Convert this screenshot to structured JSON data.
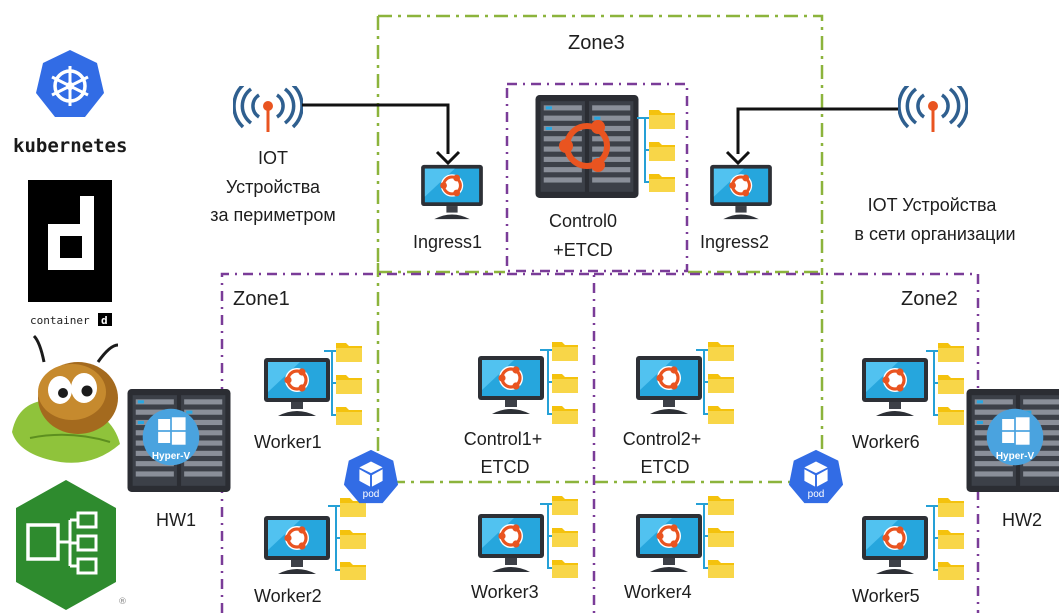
{
  "zones": {
    "zone3": "Zone3",
    "zone1": "Zone1",
    "zone2": "Zone2"
  },
  "iot": {
    "external": [
      "IOT",
      "Устройства",
      "за периметром"
    ],
    "internal": [
      "IOT Устройства",
      "в сети организации"
    ]
  },
  "nodes": {
    "ingress1": "Ingress1",
    "ingress2": "Ingress2",
    "control0": [
      "Control0",
      "+ETCD"
    ],
    "control1": [
      "Control1+",
      "ETCD"
    ],
    "control2": [
      "Control2+",
      "ETCD"
    ],
    "worker1": "Worker1",
    "worker2": "Worker2",
    "worker3": "Worker3",
    "worker4": "Worker4",
    "worker5": "Worker5",
    "worker6": "Worker6"
  },
  "hosts": {
    "hw1": "HW1",
    "hw2": "HW2",
    "hypervisor_badge": "Hyper-V"
  },
  "pod_label": "pod",
  "logos": {
    "kubernetes": "kubernetes",
    "containerd": "container",
    "containerd_suffix": "d",
    "registered": "®"
  },
  "icons": {
    "iot": "wireless-antenna-icon",
    "vm": "ubuntu-monitor-icon",
    "server": "server-rack-icon",
    "storage": "folder-stack-icon",
    "pod": "pod-cube-icon"
  },
  "colors": {
    "zone3_border": "#8cb43c",
    "zone12_border": "#7a3c98",
    "arrow": "#111111",
    "ubuntu": "#e95420",
    "pod": "#326ce5",
    "k8s": "#326ce5",
    "folder": "#f4c20d",
    "drawio_green": "#2e8b2e"
  }
}
